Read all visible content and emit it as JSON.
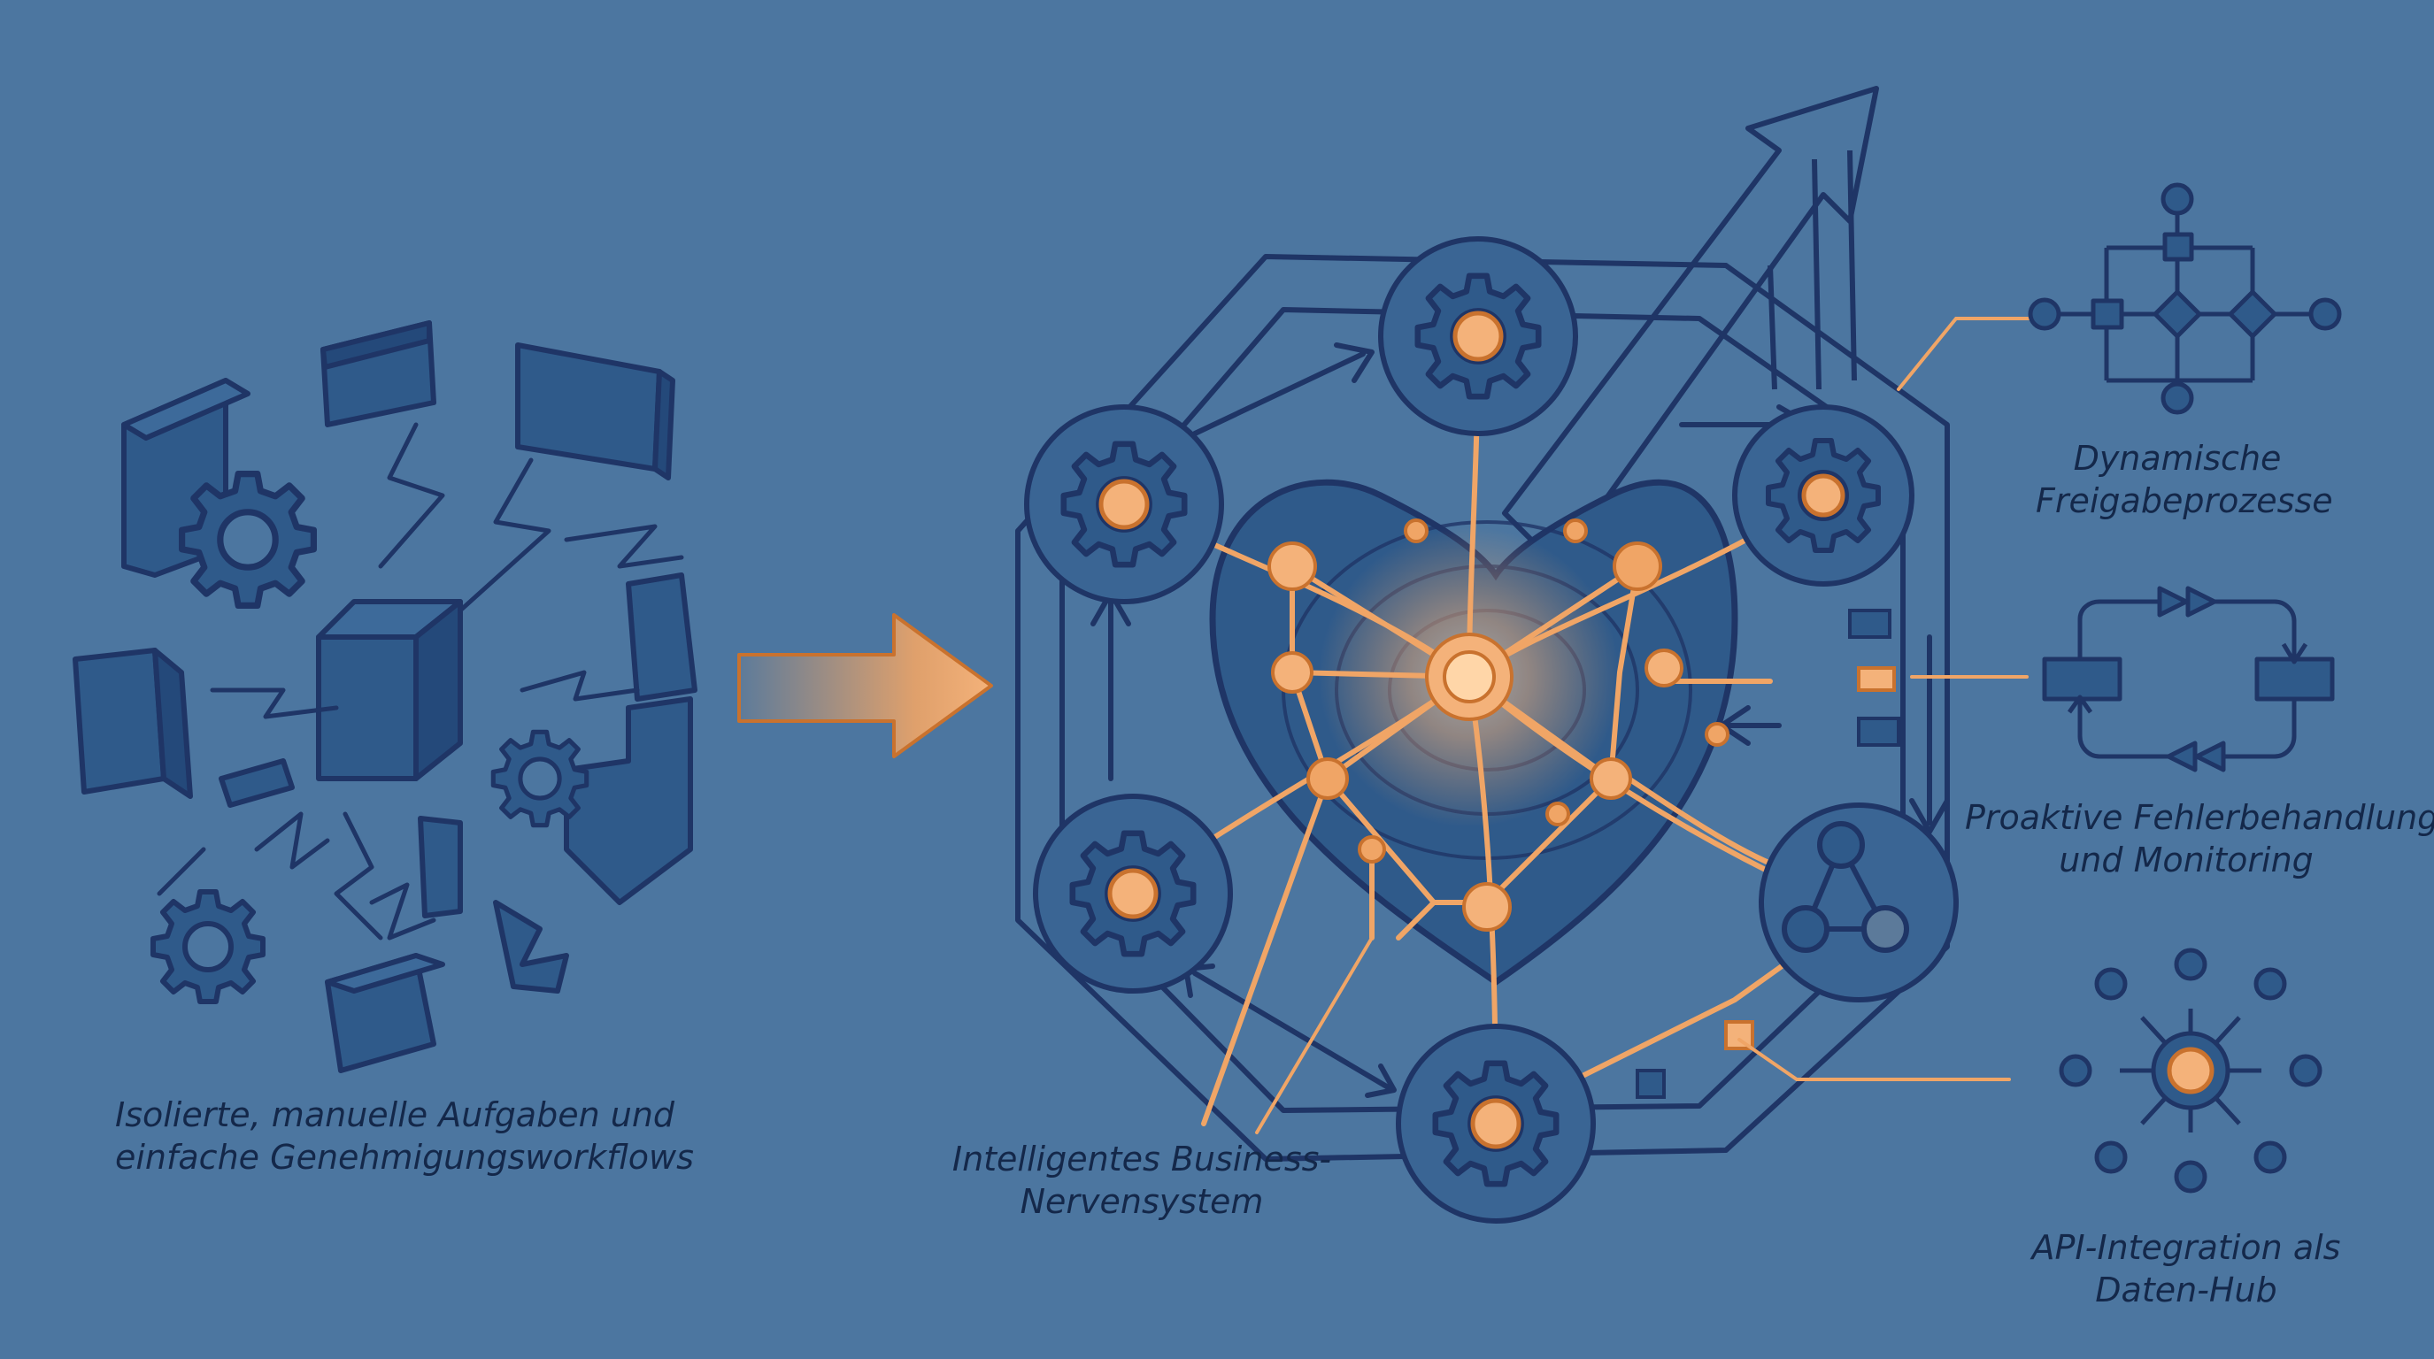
{
  "colors": {
    "background": "#4c76a0",
    "ink": "#1f3566",
    "fill": "#2f5a8a",
    "accent": "#f0a566",
    "glow": "#ffd6a8"
  },
  "left_group": {
    "caption_line1": "Isolierte, manuelle Aufgaben und",
    "caption_line2": "einfache Genehmigungsworkflows"
  },
  "transition_arrow": {
    "icon": "right-arrow-icon"
  },
  "center_group": {
    "caption_line1": "Intelligentes Business-",
    "caption_line2": "Nervensystem",
    "icons": [
      "gear-icon",
      "heart-icon",
      "neural-network-icon",
      "growth-arrow-icon"
    ]
  },
  "right_panel": {
    "items": [
      {
        "icon": "process-flow-icon",
        "line1": "Dynamische",
        "line2": "Freigabeprozesse"
      },
      {
        "icon": "cycle-loop-icon",
        "line1": "Proaktive Fehlerbehandlung",
        "line2": "und Monitoring"
      },
      {
        "icon": "hub-icon",
        "line1": "API-Integration als",
        "line2": "Daten-Hub"
      }
    ]
  }
}
